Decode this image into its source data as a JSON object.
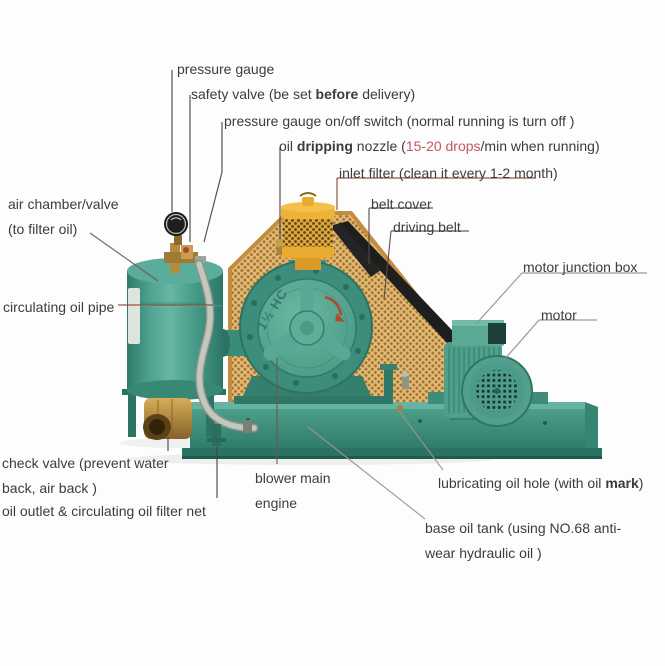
{
  "diagram": {
    "subject": "roots blower labeled parts diagram",
    "colors": {
      "machine_teal": "#4a9f8d",
      "machine_teal_dark": "#2e7a6b",
      "filter_yellow": "#e8ab2f",
      "mesh_tan": "#c28d3e",
      "brass": "#b8903f",
      "belt_black": "#1e1e1e",
      "pipe_gray": "#b9beb4",
      "label_text": "#3c3c3c",
      "highlight_red": "#c75560"
    },
    "labels": {
      "pressure_gauge": "pressure gauge",
      "safety_valve": {
        "p1": "safety valve (be set ",
        "p2": "before",
        "p3": " delivery)"
      },
      "gauge_switch": "pressure gauge on/off switch (normal running is turn off )",
      "oil_dripping": {
        "p1": "oil ",
        "p2": "dripping",
        "p3": " nozzle (",
        "p4": "15-20 drops",
        "p5": "/min when running)"
      },
      "inlet_filter": "inlet filter (clean it every 1-2 month)",
      "belt_cover": "belt cover",
      "driving_belt": "driving belt",
      "motor_junction_box": "motor junction box",
      "motor": "motor",
      "air_chamber_line1": "air chamber/valve",
      "air_chamber_line2": "(to filter oil)",
      "circulating_oil_pipe": "circulating oil pipe",
      "check_valve_line1": "check valve (prevent water",
      "check_valve_line2": "back, air back )",
      "oil_outlet": "oil outlet & circulating oil filter net",
      "blower_main_line1": "blower main",
      "blower_main_line2": "engine",
      "lubricating": {
        "p1": "lubricating oil hole (with oil ",
        "p2": "mark",
        "p3": ")"
      },
      "base_oil_tank_line1": "base oil tank (using NO.68 anti-",
      "base_oil_tank_line2": "wear hydraulic oil )"
    },
    "machine": {
      "casting_text": "1½ HC"
    }
  }
}
